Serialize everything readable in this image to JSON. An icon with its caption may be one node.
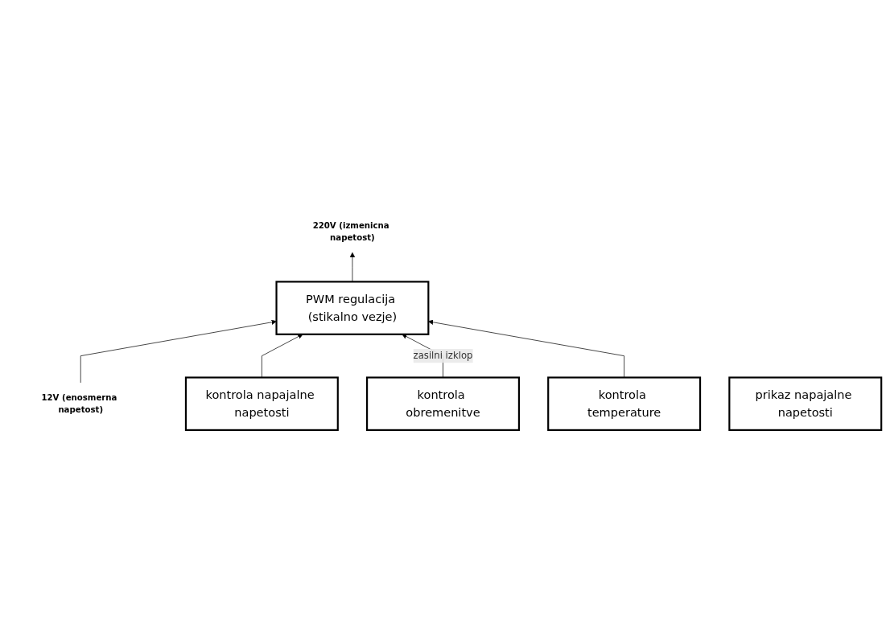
{
  "diagram": {
    "nodes": [
      {
        "text": [
          "12V (enosmerna napetost)"
        ]
      },
      {
        "text": [
          "PWM regulacija (stikalno vezje)"
        ]
      },
      {
        "text": [
          "220V (izmenicna napetost)"
        ]
      },
      {
        "text": [
          "kontrola napajalne napetosti"
        ]
      },
      {
        "text": [
          "kontrola obremenitve"
        ]
      },
      {
        "text": [
          "kontrola temperature"
        ]
      },
      {
        "text": [
          "prikaz napajalne napetosti"
        ]
      }
    ],
    "edges": [
      {
        "from": 0,
        "to": 1,
        "arrow": "to"
      },
      {
        "from": 1,
        "to": 2,
        "arrow": "to"
      },
      {
        "from": 3,
        "to": 1,
        "arrow": "to"
      },
      {
        "from": 4,
        "to": 1,
        "arrow": "to",
        "label": "zasilni izklop"
      },
      {
        "from": 5,
        "to": 1,
        "arrow": "to"
      }
    ]
  }
}
